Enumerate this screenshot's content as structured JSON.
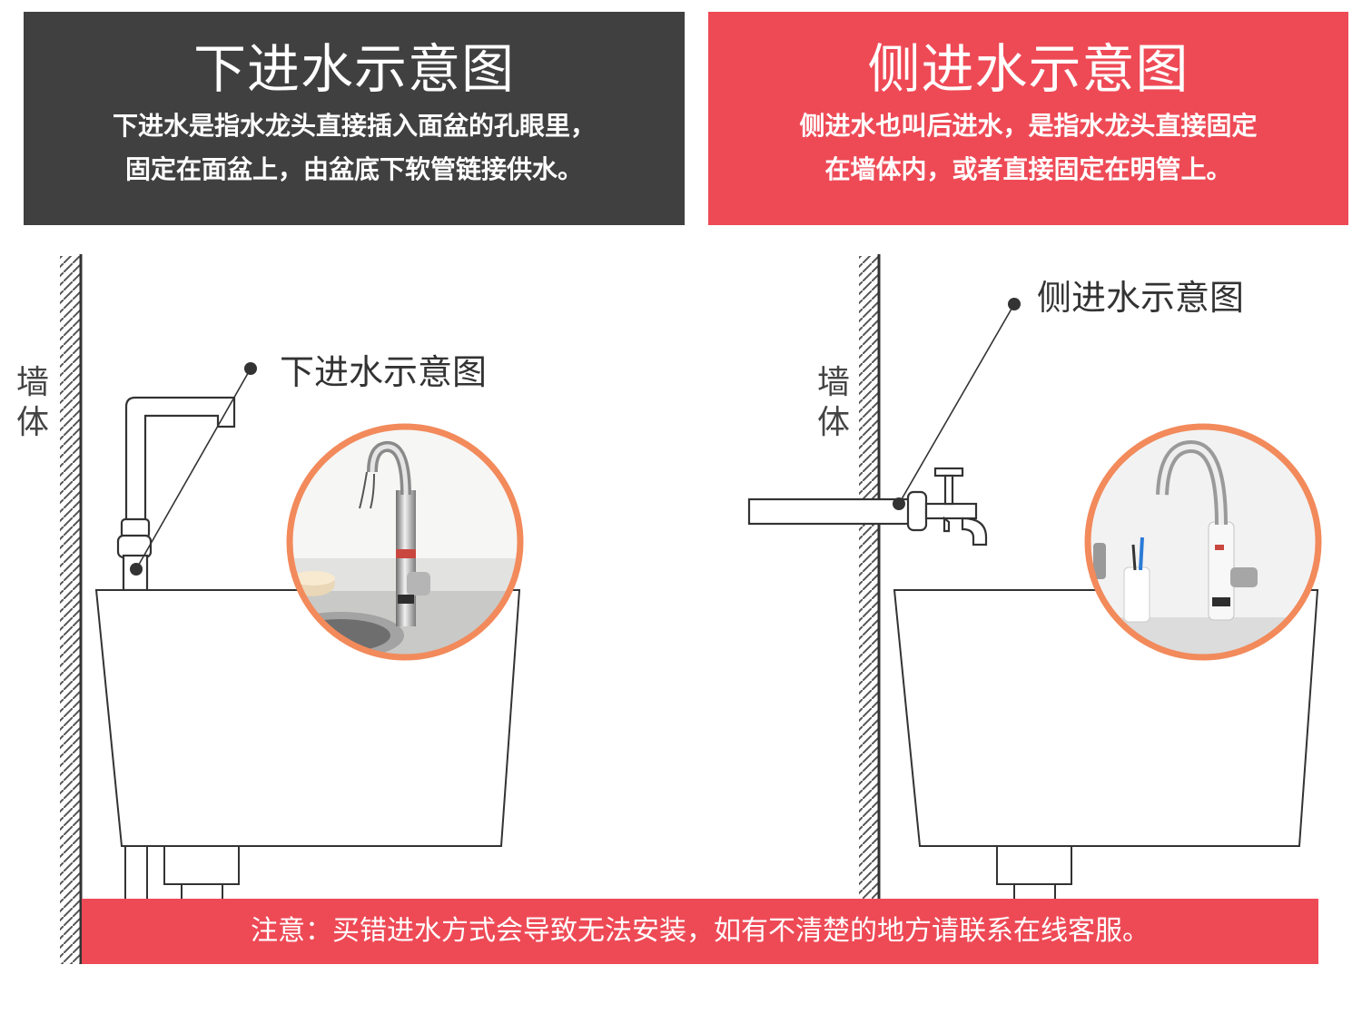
{
  "left_panel": {
    "title": "下进水示意图",
    "desc_line1": "下进水是指水龙头直接插入面盆的孔眼里，",
    "desc_line2": "固定在面盆上，由盆底下软管链接供水。"
  },
  "right_panel": {
    "title": "侧进水示意图",
    "desc_line1": "侧进水也叫后进水，是指水龙头直接固定",
    "desc_line2": "在墙体内，或者直接固定在明管上。"
  },
  "wall_label": "墙体",
  "left_callout": "下进水示意图",
  "right_callout": "侧进水示意图",
  "notice": "注意：买错进水方式会导致无法安装，如有不清楚的地方请联系在线客服。",
  "colors": {
    "dark_panel": "#404040",
    "accent_red": "#ee4a56",
    "photo_ring": "#f28a5b",
    "line": "#333333"
  },
  "icons": [
    "faucet-bottom-inlet-icon",
    "wall-tap-side-inlet-icon"
  ]
}
